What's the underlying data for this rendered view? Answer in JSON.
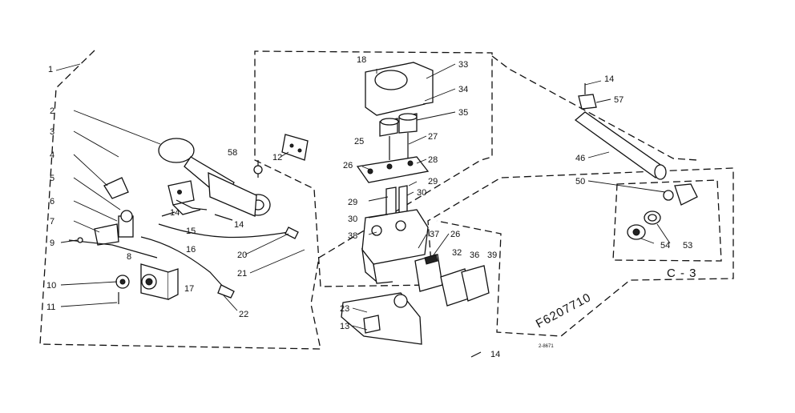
{
  "diagram": {
    "part_numbers": {
      "p1": "1",
      "p2": "2",
      "p3": "3",
      "p4": "4",
      "p5": "5",
      "p6": "6",
      "p7": "7",
      "p8": "8",
      "p9": "9",
      "p10": "10",
      "p11": "11",
      "p12": "12",
      "p13": "13",
      "p14a": "14",
      "p14b": "14",
      "p14c": "14",
      "p14d": "14",
      "p15": "15",
      "p16": "16",
      "p17": "17",
      "p18": "18",
      "p20": "20",
      "p21": "21",
      "p22": "22",
      "p23": "23",
      "p25": "25",
      "p26a": "26",
      "p26b": "26",
      "p27": "27",
      "p28": "28",
      "p29a": "29",
      "p29b": "29",
      "p30a": "30",
      "p30b": "30",
      "p32": "32",
      "p33": "33",
      "p34": "34",
      "p35": "35",
      "p36": "36",
      "p37": "37",
      "p38": "38",
      "p39": "39",
      "p46": "46",
      "p50": "50",
      "p53": "53",
      "p54": "54",
      "p57": "57",
      "p58": "58"
    },
    "detail_label": "C - 3",
    "figure_code": "F6207710",
    "small_code": "2-8671"
  }
}
